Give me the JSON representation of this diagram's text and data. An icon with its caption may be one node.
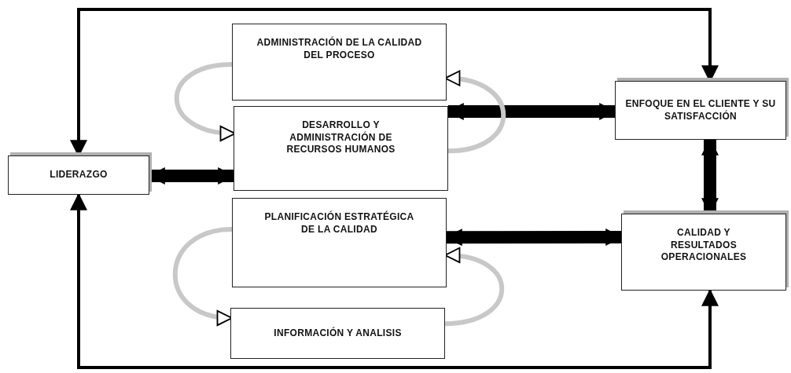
{
  "diagram": {
    "nodes": [
      {
        "text": [
          "LIDERAZGO"
        ]
      },
      {
        "text": [
          "ADMINISTRACIÓN DE LA CALIDAD DEL PROCESO"
        ]
      },
      {
        "text": [
          "DESARROLLO Y ADMINISTRACIÓN DE RECURSOS HUMANOS"
        ]
      },
      {
        "text": [
          "PLANIFICACIÓN ESTRATÉGICA DE LA CALIDAD"
        ]
      },
      {
        "text": [
          "INFORMACIÓN Y ANALISIS"
        ]
      },
      {
        "text": [
          "ENFOQUE EN EL CLIENTE Y SU SATISFACCIÓN"
        ]
      },
      {
        "text": [
          "CALIDAD Y RESULTADOS OPERACIONALES"
        ]
      }
    ],
    "edges": [
      {
        "from": 0,
        "to": 5,
        "arrow": "both"
      },
      {
        "from": 0,
        "to": 6,
        "arrow": "both"
      },
      {
        "from": 0,
        "to": 2,
        "arrow": "both",
        "style": "thick"
      },
      {
        "from": 2,
        "to": 5,
        "arrow": "both",
        "style": "thick"
      },
      {
        "from": 3,
        "to": 6,
        "arrow": "both",
        "style": "thick"
      },
      {
        "from": 5,
        "to": 6,
        "arrow": "both",
        "style": "thick"
      },
      {
        "from": 1,
        "to": 2,
        "arrow": "to",
        "color": "#c8c8c8"
      },
      {
        "from": 3,
        "to": 4,
        "arrow": "to",
        "color": "#c8c8c8"
      },
      {
        "from": 2,
        "to": 1,
        "arrow": "to",
        "color": "#c8c8c8"
      },
      {
        "from": 4,
        "to": 3,
        "arrow": "to",
        "color": "#c8c8c8"
      }
    ]
  }
}
